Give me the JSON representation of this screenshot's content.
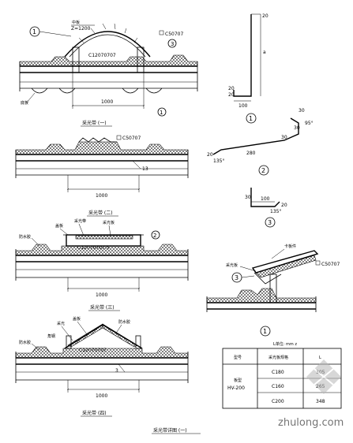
{
  "sections": {
    "s1": {
      "caption": "采光带 (一)",
      "leader_label": "中板",
      "arc_dim": "Z=1200",
      "ridge_tag": "C50707",
      "channel_tag": "C12070707",
      "span_dim": "1000",
      "base_label": "底板",
      "callout_1": "1",
      "callout_3": "3",
      "callout_below": "1"
    },
    "s2": {
      "caption": "采光带 (二)",
      "tag": "C50707",
      "dim_13": "13",
      "span_dim": "1000"
    },
    "s3": {
      "caption": "采光带 (三)",
      "label_a": "盖板",
      "label_b": "采光带",
      "label_c": "采光板",
      "label_left": "防水胶",
      "channel_tag": "C12070707.5",
      "span_dim": "1000",
      "callout": "2"
    },
    "s4": {
      "caption": "采光带 (四)",
      "label_a": "采光",
      "label_b": "盖板",
      "label_c": "防水胶",
      "label_left": "防水胶",
      "label_mid": "角钢",
      "channel_tag": "C12070707",
      "dim_3": "3",
      "span_dim": "1000"
    }
  },
  "details": {
    "d1": {
      "dim_top": "20",
      "dim_mid": "a",
      "dim_left_a": "20",
      "dim_left_b": "20",
      "dim_bottom": "100",
      "callout": "1"
    },
    "d2": {
      "dim_a": "30",
      "dim_b": "30",
      "dim_angle_a": "95°",
      "dim_c": "30",
      "dim_d": "280",
      "dim_e": "20",
      "dim_angle_b": "135°",
      "callout": "2"
    },
    "d3": {
      "dim_a": "30",
      "dim_b": "100",
      "dim_c": "20",
      "dim_angle": "135°",
      "callout": "3"
    },
    "d4": {
      "label_a": "卡板件",
      "label_b": "采光板",
      "tag": "C50707",
      "callout_3": "3",
      "callout_1": "1"
    }
  },
  "table": {
    "unit_label": "L单位: mm z",
    "headers": [
      "型号",
      "采光板规格",
      "L"
    ],
    "rowspan_label_a": "板型",
    "rowspan_label_b": "HV-200",
    "rows": [
      {
        "spec": "C180",
        "value": "305"
      },
      {
        "spec": "C160",
        "value": "265"
      },
      {
        "spec": "C200",
        "value": "348"
      }
    ]
  },
  "footer_title": "采光带详图 (一)",
  "watermark": {
    "brand": "zhulong.com"
  }
}
